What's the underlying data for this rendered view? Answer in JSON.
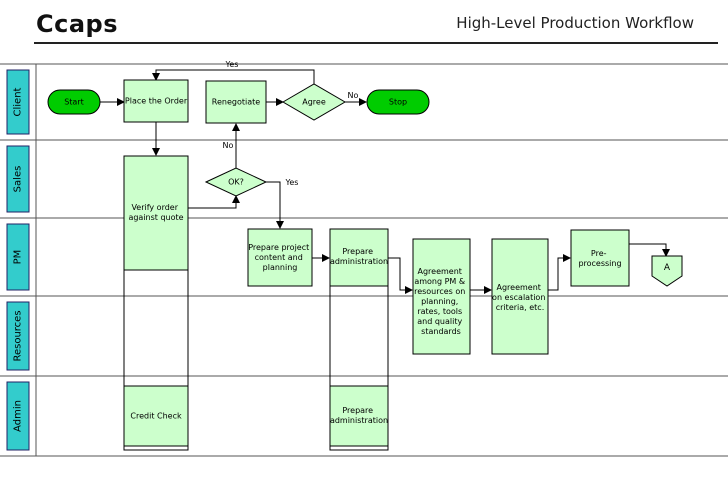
{
  "header": {
    "brand": "Ccaps",
    "title": "High-Level Production Workflow"
  },
  "lanes": [
    {
      "id": "client",
      "label": "Client"
    },
    {
      "id": "sales",
      "label": "Sales"
    },
    {
      "id": "pm",
      "label": "PM"
    },
    {
      "id": "resources",
      "label": "Resources"
    },
    {
      "id": "admin",
      "label": "Admin"
    }
  ],
  "nodes": {
    "start": "Start",
    "place_order": "Place the Order",
    "renegotiate": "Renegotiate",
    "agree": "Agree",
    "stop": "Stop",
    "ok": "OK?",
    "verify": [
      "Verify order",
      "against quote"
    ],
    "prepare_project": [
      "Prepare project",
      "content and",
      "planning"
    ],
    "prepare_admin_pm": [
      "Prepare",
      "administration"
    ],
    "agreement_pm": [
      "Agreement",
      "among PM &",
      "resources on",
      "planning,",
      "rates, tools",
      "and quality",
      "standards"
    ],
    "agreement_escalation": [
      "Agreement",
      "on escalation",
      "criteria, etc."
    ],
    "preprocessing": [
      "Pre-",
      "processing"
    ],
    "connector_a": "A",
    "credit_check": "Credit Check",
    "prepare_admin_admin": [
      "Prepare",
      "administration"
    ]
  },
  "edge_labels": {
    "yes_top": "Yes",
    "no_agree": "No",
    "no_ok": "No",
    "yes_ok": "Yes"
  },
  "colors": {
    "process_fill": "#ccffcc",
    "terminal_fill": "#00cc00",
    "lane_fill": "#33cccc"
  }
}
